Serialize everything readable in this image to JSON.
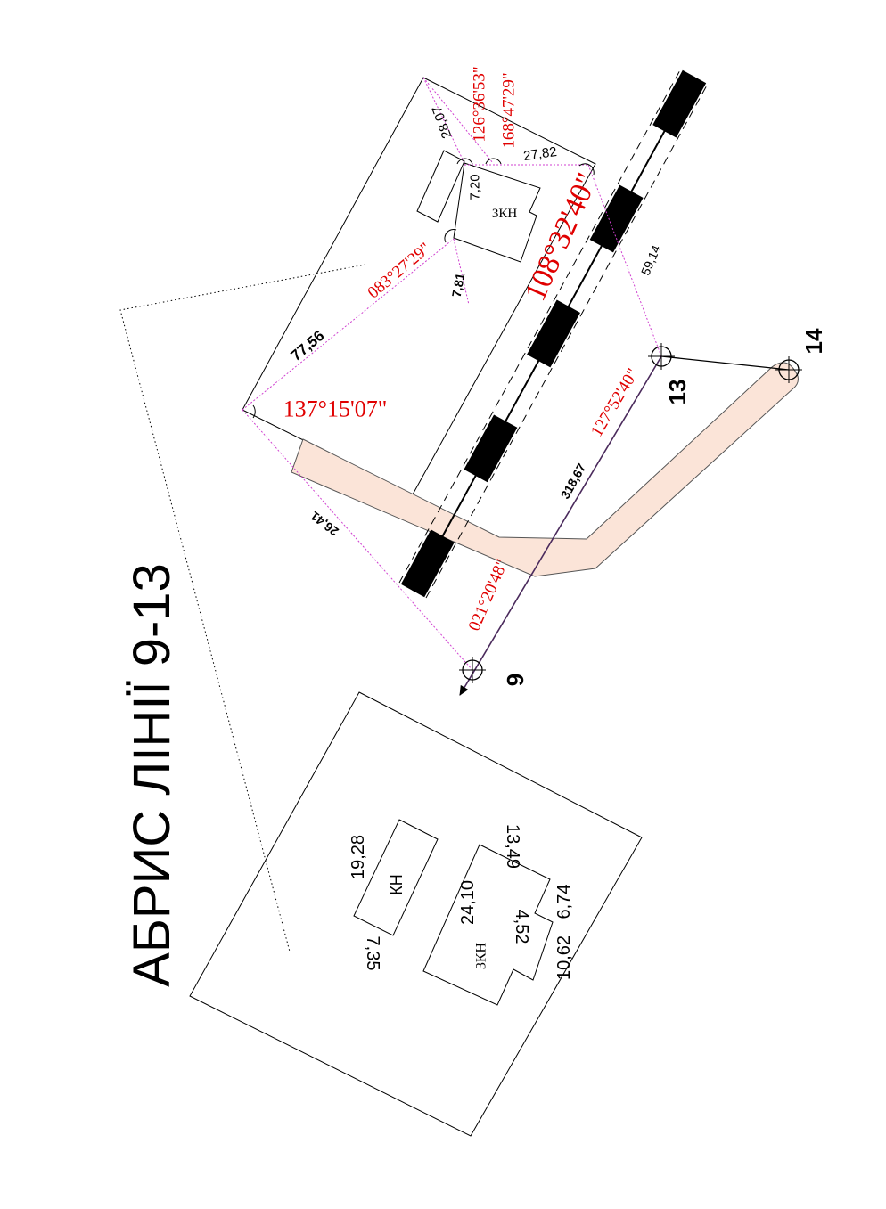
{
  "title": "АБРИС ЛІНІЇ 9-13",
  "points": {
    "p9": "9",
    "p13": "13",
    "p14": "14"
  },
  "main_line": {
    "distance": "318,67",
    "bearing_at_13": "127°52'40\"",
    "bearing_at_9": "021°20'48\""
  },
  "upper_plot": {
    "building_label": "3КН",
    "railway_angle": "108°32'40\"",
    "angles": {
      "corner_left": "137°15'07\"",
      "to_building": "083°27'29\"",
      "top_1": "126°36'53\"",
      "top_2": "168°47'29\""
    },
    "distances": {
      "left_to_building": "77,56",
      "left_to_9": "26,41",
      "building_offset": "7,81",
      "top_corner": "28,07",
      "building_side": "7,20",
      "top_edge": "27,82",
      "to_13": "59,14"
    }
  },
  "lower_plot": {
    "building_kn_label": "КН",
    "building_3kn_label": "3КН",
    "dims": {
      "kn_length": "19,28",
      "kn_width": "7,35",
      "b2_top": "13,49",
      "b2_length": "24,10",
      "b2_inner": "4,52",
      "b2_side": "6,74",
      "b2_right": "10,62"
    }
  },
  "colors": {
    "angle_text": "#e00000",
    "offset_lines": "#d040d0",
    "road_fill": "#fbe4d8",
    "main_line": "#4a2a5c",
    "railway": "#000000"
  }
}
